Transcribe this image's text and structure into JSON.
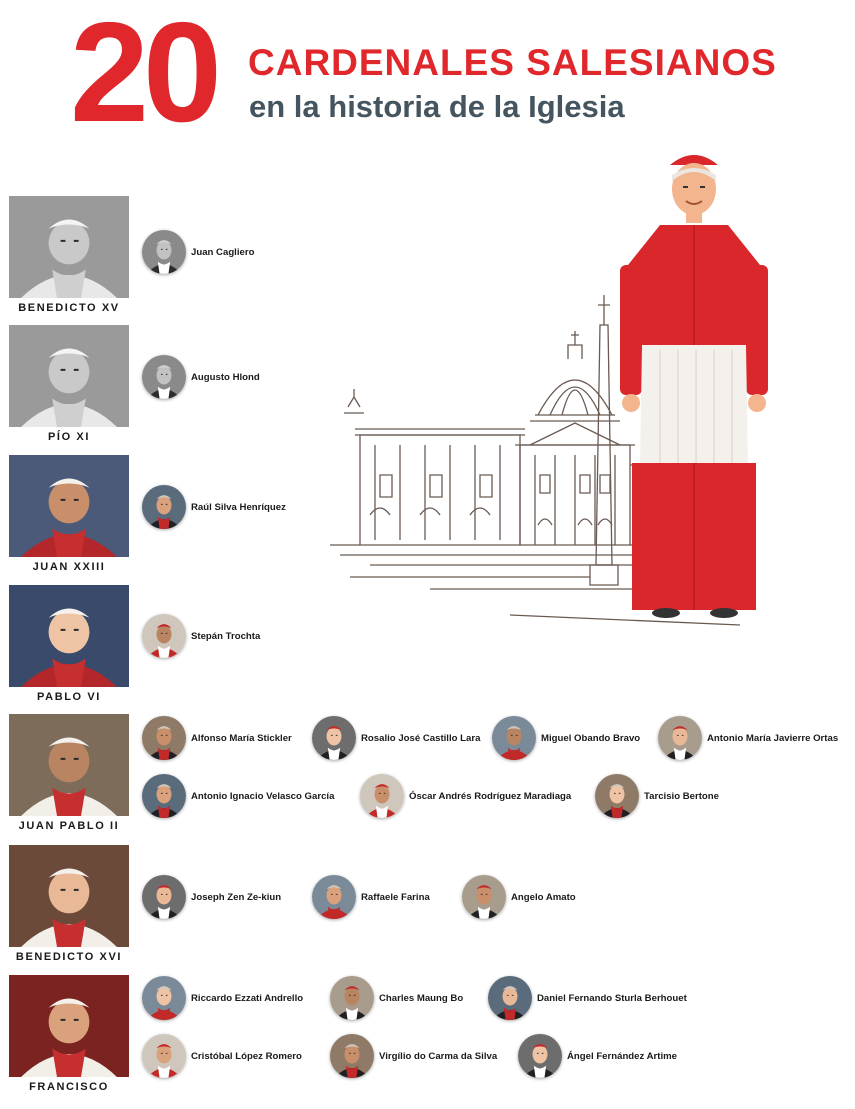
{
  "header": {
    "number": "20",
    "title": "CARDENALES SALESIANOS",
    "subtitle": "en la historia de la Iglesia"
  },
  "colors": {
    "accent_red": "#e0272b",
    "subtitle_gray": "#455560"
  },
  "popes": [
    {
      "name": "BENEDICTO XV",
      "photo": "bw",
      "cardinals": [
        "Juan Cagliero"
      ]
    },
    {
      "name": "PÍO XI",
      "photo": "bw",
      "cardinals": [
        "Augusto Hlond"
      ]
    },
    {
      "name": "JUAN XXIII",
      "photo": "color",
      "cardinals": [
        "Raúl Silva Henríquez"
      ]
    },
    {
      "name": "PABLO VI",
      "photo": "color",
      "cardinals": [
        "Stepán Trochta"
      ]
    },
    {
      "name": "JUAN PABLO II",
      "photo": "color",
      "cardinals": [
        "Alfonso María Stickler",
        "Rosalio José Castillo Lara",
        "Miguel Obando Bravo",
        "Antonio María Javierre Ortas",
        "Antonio Ignacio Velasco García",
        "Óscar Andrés Rodríguez Maradiaga",
        "Tarcisio Bertone"
      ]
    },
    {
      "name": "BENEDICTO XVI",
      "photo": "color",
      "cardinals": [
        "Joseph Zen Ze-kiun",
        "Raffaele Farina",
        "Angelo Amato"
      ]
    },
    {
      "name": "FRANCISCO",
      "photo": "color",
      "cardinals": [
        "Riccardo Ezzati Andrello",
        "Charles Maung Bo",
        "Daniel Fernando Sturla Berhouet",
        "Cristóbal López Romero",
        "Virgílio do Carma da Silva",
        "Ángel Fernández Artime"
      ]
    }
  ],
  "illustration": {
    "icon": "cardinal-figure-icon",
    "background_icon": "st-peters-basilica-sketch-icon"
  }
}
